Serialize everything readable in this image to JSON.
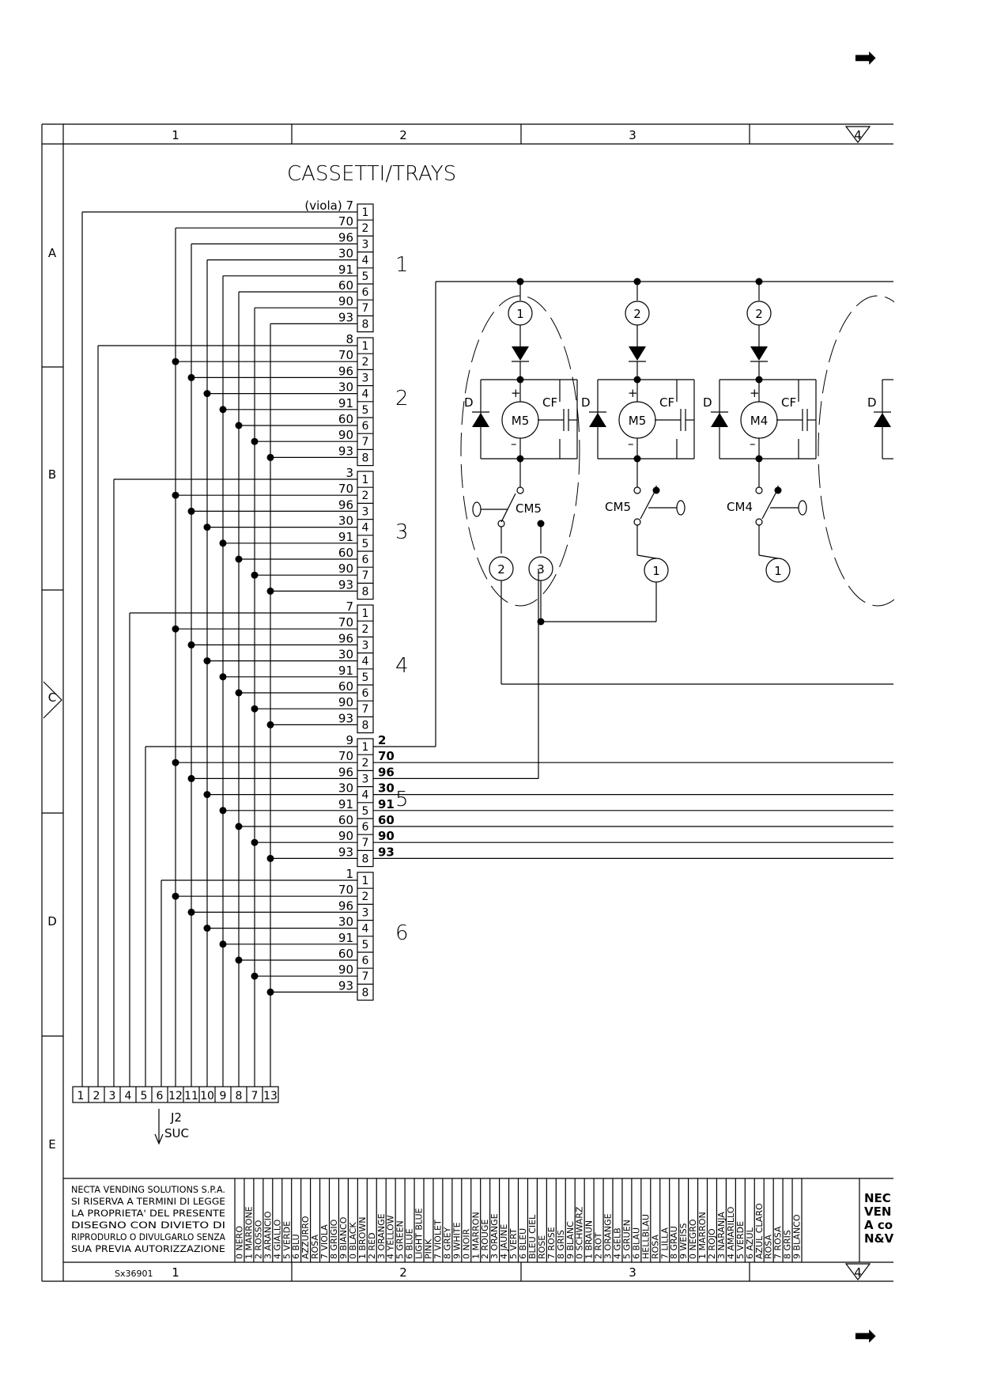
{
  "title": "CASSETTI/TRAYS",
  "top_border_columns": [
    "1",
    "2",
    "3",
    "4"
  ],
  "side_border_rows": [
    "A",
    "B",
    "C",
    "D",
    "E"
  ],
  "first_wire_prefix": "(viola)",
  "wire_codes": [
    "70",
    "96",
    "30",
    "91",
    "60",
    "90",
    "93"
  ],
  "trays": [
    {
      "label": "1",
      "first_wire": "7"
    },
    {
      "label": "2",
      "first_wire": "8"
    },
    {
      "label": "3",
      "first_wire": "3"
    },
    {
      "label": "4",
      "first_wire": "7"
    },
    {
      "label": "5",
      "first_wire": "9"
    },
    {
      "label": "6",
      "first_wire": "1"
    }
  ],
  "connector_pins": [
    "1",
    "2",
    "3",
    "4",
    "5",
    "6",
    "7",
    "8"
  ],
  "tray5_outputs": [
    "2",
    "70",
    "96",
    "30",
    "91",
    "60",
    "90",
    "93"
  ],
  "j2": {
    "pins": [
      "1",
      "2",
      "3",
      "4",
      "5",
      "6",
      "12",
      "11",
      "10",
      "9",
      "8",
      "7",
      "13"
    ],
    "label": "J2",
    "sublabel": "SUC"
  },
  "motors": [
    {
      "id": "M5",
      "top_node": "1",
      "switch": "CM5",
      "bottom_nodes": [
        "2",
        "3"
      ]
    },
    {
      "id": "M5",
      "top_node": "2",
      "switch": "CM5",
      "bottom_nodes": [
        "1"
      ]
    },
    {
      "id": "M4",
      "top_node": "2",
      "switch": "CM4",
      "bottom_nodes": [
        "1"
      ]
    }
  ],
  "component_labels": {
    "diode": "D",
    "capacitor": "CF",
    "plus": "+",
    "minus": "–"
  },
  "footer": {
    "company_lines": [
      "NECTA VENDING SOLUTIONS S.P.A.",
      "SI RISERVA A TERMINI DI LEGGE",
      "LA PROPRIETA' DEL PRESENTE",
      "DISEGNO CON DIVIETO DI",
      "RIPRODURLO O DIVULGARLO SENZA",
      "SUA PREVIA AUTORIZZAZIONE"
    ],
    "drawing_code": "Sx36901",
    "color_legend": [
      [
        "0 NERO",
        "1 MARRONE",
        "2 ROSSO",
        "3 ARANCIO",
        "4 GIALLO",
        "5 VERDE",
        "6 BLU",
        "AZZURRO",
        "ROSA",
        "7 VIOLA",
        "8 GRIGIO",
        "9 BIANCO"
      ],
      [
        "0 BLACK",
        "1 BROWN",
        "2 RED",
        "3 ORANGE",
        "4 YELLOW",
        "5 GREEN",
        "6 BLUE",
        "LIGHT BLUE",
        "PINK",
        "7 VIOLET",
        "8 GREY",
        "9 WHITE"
      ],
      [
        "0 NOIR",
        "1 MARRON",
        "2 ROUGE",
        "3 ORANGE",
        "4 JAUNE",
        "5 VERT",
        "6 BLEU",
        "BLEU CIEL",
        "ROSE",
        "7 ROSE",
        "8 GRIS",
        "9 BLANC"
      ],
      [
        "0 SCHWARZ",
        "1 BRAUN",
        "2 ROT",
        "3 ORANGE",
        "4 GELB",
        "5 GRUEN",
        "6 BLAU",
        "HELLBLAU",
        "ROSA",
        "7 LILLA",
        "8 GRAU",
        "9 WEISS"
      ],
      [
        "0 NEGRO",
        "1 MARRON",
        "2 ROJO",
        "3 NARANJA",
        "4 AMARILLO",
        "5 VERDE",
        "6 AZUL",
        "AZUL CLARO",
        "ROSA",
        "7 ROSA",
        "8 GRIS",
        "9 BLANCO"
      ]
    ],
    "brand_fragments": [
      "NEC",
      "VEN",
      "A co",
      "N&V"
    ]
  },
  "page_arrows": [
    "➡",
    "➡"
  ]
}
